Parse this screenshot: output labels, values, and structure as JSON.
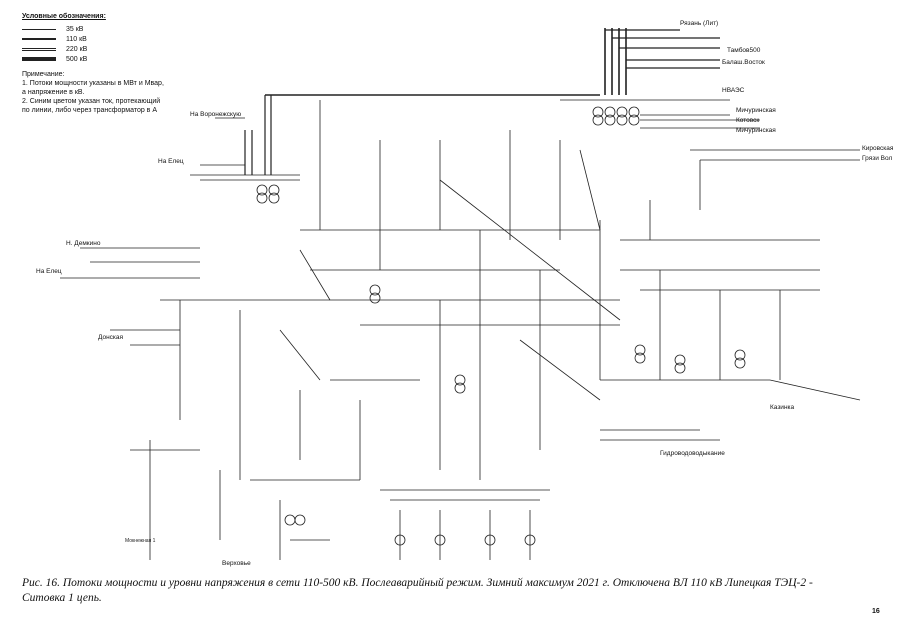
{
  "legend": {
    "title": "Условные обозначения:",
    "lines": [
      {
        "label": "35 кВ"
      },
      {
        "label": "110 кВ"
      },
      {
        "label": "220 кВ"
      },
      {
        "label": "500 кВ"
      }
    ],
    "note_title": "Примечание:",
    "notes": [
      "1. Потоки мощности указаны в МВт и Мвар,",
      "   а напряжение в кВ.",
      "2. Синим цветом указан ток, протекающий",
      "по линии, либо через трансформатор в А"
    ]
  },
  "directions": {
    "ryazan": "Рязань (Лит)",
    "tambov": "Тамбов500",
    "balash": "Балаш.Восток",
    "nvaes": "НВАЭС",
    "michurinskaya": "Мичуринская",
    "kotovsk": "Котовск",
    "michurinskaya2": "Мичуринская",
    "kirovskaya": "Кировская",
    "gryazi": "Грязи Вол",
    "voronezhskaya": "На Воронежскую",
    "elets_top": "На Елец",
    "demkino": "Н. Демкино",
    "elets_left": "На Елец",
    "donskaya": "Донская",
    "verhovye": "Верховье",
    "kazinka": "Казинка",
    "gidrovodo": "Гидроводоводыкание",
    "mokhnezhnaya": "Мокнежная 1"
  },
  "caption": "Рис. 16. Потоки мощности и уровни напряжения в сети 110-500 кВ. Послеаварийный режим. Зимний максимум 2021 г. Отключена ВЛ 110 кВ Липецкая ТЭЦ-2 - Ситовка 1 цепь.",
  "page_number": "16"
}
